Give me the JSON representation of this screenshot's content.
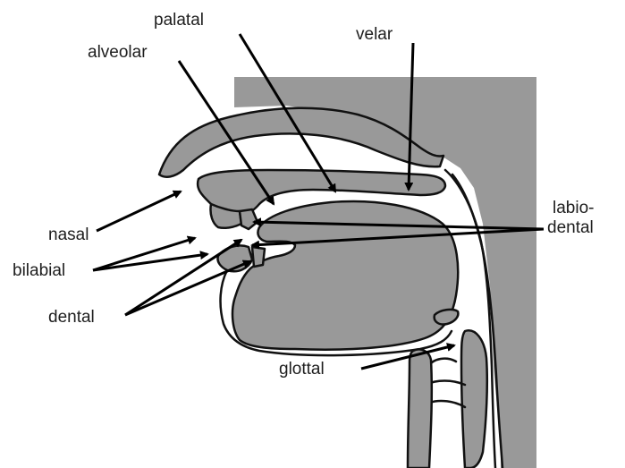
{
  "labels": {
    "palatal": "palatal",
    "alveolar": "alveolar",
    "velar": "velar",
    "labio_line1": "labio-",
    "labio_line2": "dental",
    "nasal": "nasal",
    "bilabial": "bilabial",
    "dental": "dental",
    "glottal": "glottal"
  },
  "colors": {
    "tissue": "#999999",
    "outline": "#111111",
    "background": "#ffffff",
    "text": "#1e1e1e"
  }
}
